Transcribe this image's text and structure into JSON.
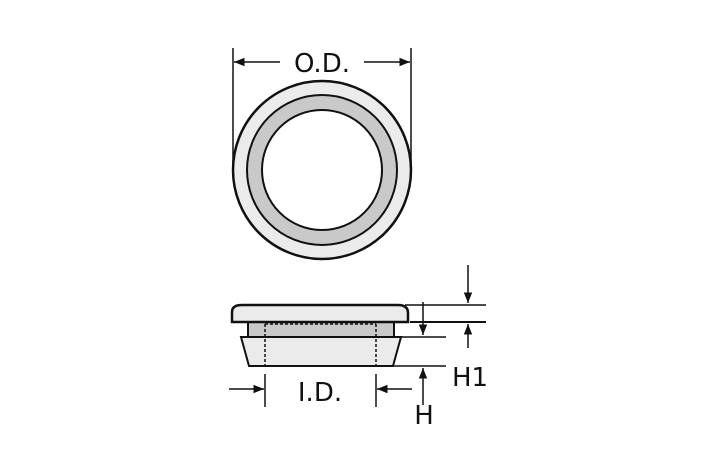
{
  "diagram": {
    "top_view": {
      "outer_diameter_label": "O.D."
    },
    "side_view": {
      "inner_diameter_label": "I.D.",
      "height_label": "H",
      "height1_label": "H1"
    },
    "colors": {
      "cap_fill": "#ebebeb",
      "inner_ring_fill": "#c9c9c9",
      "stroke": "#111111"
    }
  }
}
